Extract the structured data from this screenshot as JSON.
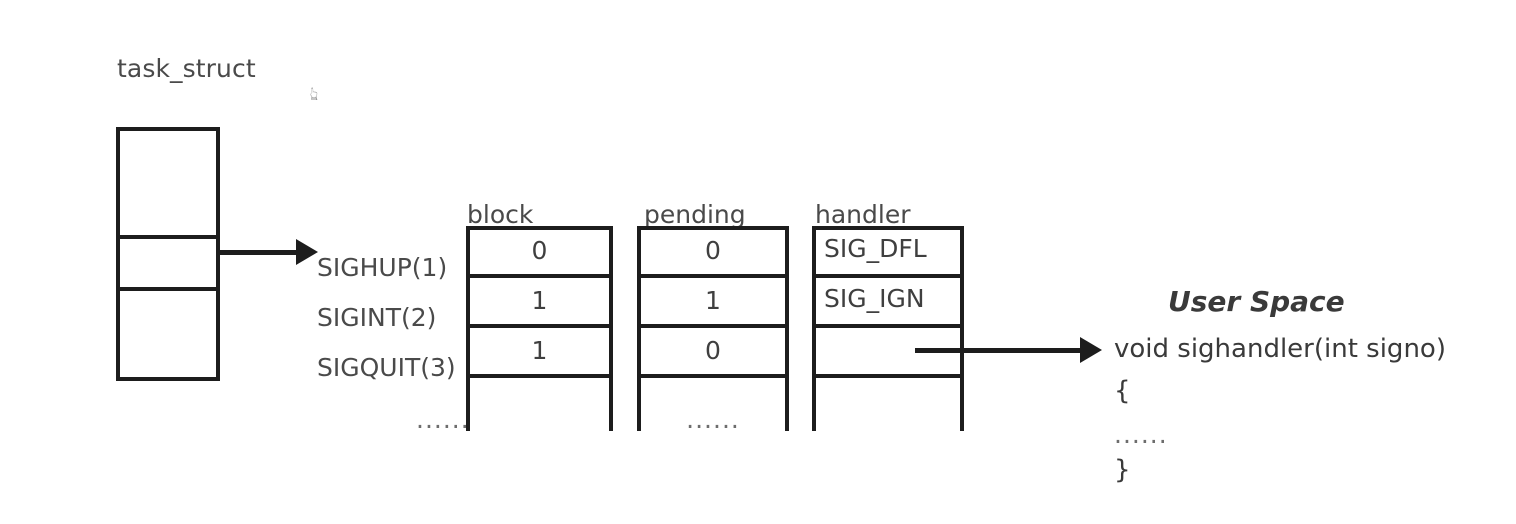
{
  "diagram": {
    "title_label": "task_struct",
    "cursor": "grab-hand-cursor"
  },
  "task_struct": {
    "name": "task_struct",
    "cells": [
      "",
      "",
      ""
    ],
    "pointer_from_cell_index": 1
  },
  "signal_table": {
    "row_labels": [
      "SIGHUP(1)",
      "SIGINT(2)",
      "SIGQUIT(3)"
    ],
    "row_labels_ellipsis": "......",
    "columns": [
      {
        "header": "block",
        "values": [
          "0",
          "1",
          "1",
          ""
        ],
        "ellipsis": ""
      },
      {
        "header": "pending",
        "values": [
          "0",
          "1",
          "0",
          ""
        ],
        "ellipsis": "......"
      },
      {
        "header": "handler",
        "values": [
          "SIG_DFL",
          "SIG_IGN",
          "",
          ""
        ],
        "ellipsis": ""
      }
    ]
  },
  "user_space": {
    "title": "User Space",
    "code": [
      "void sighandler(int signo)",
      "{",
      "......",
      "}"
    ]
  },
  "colors": {
    "stroke": "#1d1d1d",
    "text": "#3a3a3a",
    "background": "#ffffff"
  }
}
